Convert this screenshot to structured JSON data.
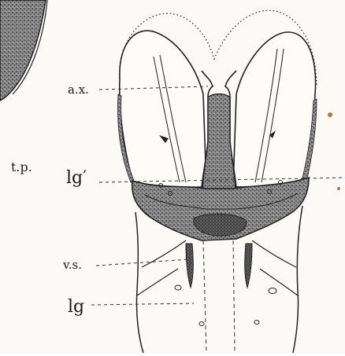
{
  "figure": {
    "labels": {
      "ax": "a.x.",
      "tp": "t.p.",
      "lg_prime": "lg′",
      "vs": "v.s.",
      "lg": "lg"
    }
  }
}
